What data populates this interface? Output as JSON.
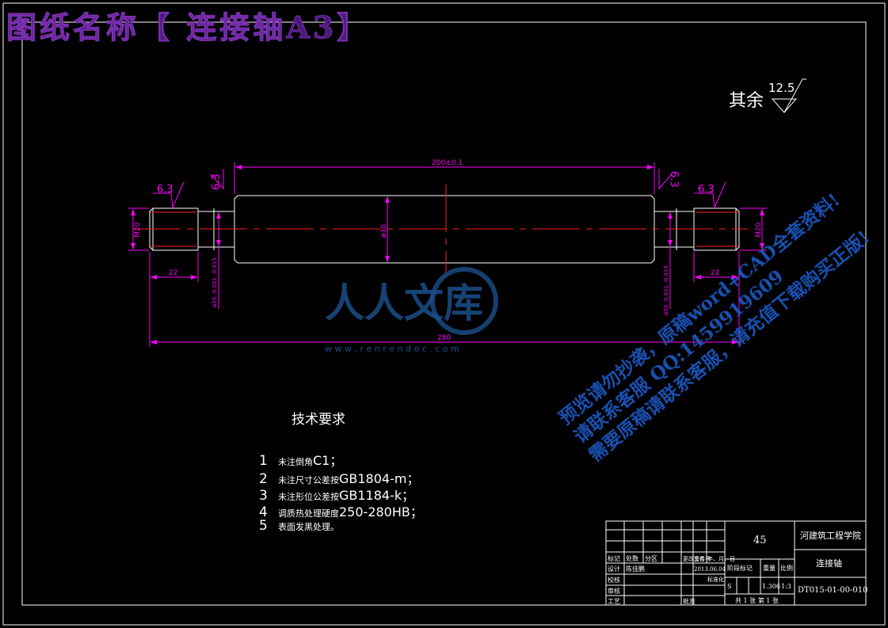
{
  "banner": {
    "text": "图纸名称【 连接轴A3】"
  },
  "roughness": {
    "prefix": "其余",
    "value": "12.5"
  },
  "dimensions": {
    "total_length": "280",
    "center_length": "200±0.1",
    "left_thread_length": "22",
    "right_thread_length": "22",
    "left_thread_dia": "M20",
    "right_thread_dia": "M20",
    "center_dia": "ø30",
    "left_journal_dia": "ø20 -0.021 -0.015",
    "right_journal_dia": "ø20 -0.021 -0.015",
    "left_roughness": "6.3",
    "right_roughness": "6.3",
    "left_shoulder_roughness": "6.3",
    "right_shoulder_roughness": "6.3"
  },
  "tech_requirements": {
    "title": "技术要求",
    "items": [
      {
        "num": "1",
        "pre": "未注倒角",
        "code": "C1；"
      },
      {
        "num": "2",
        "pre": "未注尺寸公差按",
        "code": "GB1804-m；"
      },
      {
        "num": "3",
        "pre": "未注形位公差按",
        "code": "GB1184-k；"
      },
      {
        "num": "4",
        "pre": "调质热处理硬度",
        "code": "250-280HB；"
      },
      {
        "num": "5",
        "pre": "表面发黑处理。",
        "code": ""
      }
    ]
  },
  "title_block": {
    "material": "45",
    "school": "河建筑工程学院",
    "part_name": "连接轴",
    "drawing_no": "DT015-01-00-010",
    "row_labels": [
      "标记",
      "处数",
      "分区",
      "更改文件号",
      "签名",
      "年、月、日"
    ],
    "designer_label": "设计",
    "designer": "陈佳鹏",
    "date": "2013.06.04",
    "standard_label": "标准化",
    "stage_label": "阶段标记",
    "weight_label": "重量",
    "scale_label": "比例",
    "check_label": "校核",
    "review_label": "审核",
    "process_label": "工艺",
    "approve_label": "批准",
    "stage_mark": "S",
    "weight": "1.306",
    "scale": "1:3",
    "sheets": "共 1 张  第 1 张"
  },
  "logo": {
    "text": "人人文库",
    "url": "w w w . r e n r e n d o c . c o m"
  },
  "watermark": {
    "lines": [
      "预览请勿抄袭，原稿word+CAD全套资料!",
      "请联系客服 QQ:1459919609",
      "需要原稿请联系客服，请充值下载购买正版!"
    ]
  },
  "colors": {
    "outline": "#ffffff",
    "center": "#ff2020",
    "dimension": "#ff00ff",
    "banner": "#4a1a7a",
    "watermark": "#1e5fd0"
  }
}
